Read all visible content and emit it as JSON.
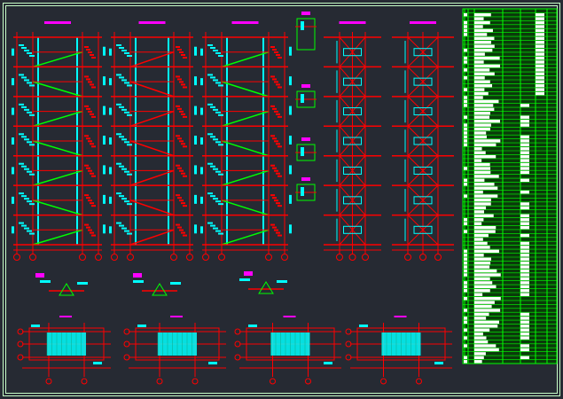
{
  "drawing": {
    "background": "#262a33",
    "colors": {
      "frame": "#c8ffc8",
      "structure": "#ff0000",
      "annotation": "#00ffff",
      "stair": "#00ff00",
      "title": "#ff00ff",
      "table_text": "#ffffff",
      "table_grid": "#00ff00"
    },
    "elevations": [
      {
        "id": "stair-elevation-1",
        "floors": 7,
        "style": "dense"
      },
      {
        "id": "stair-elevation-2",
        "floors": 7,
        "style": "open"
      },
      {
        "id": "stair-elevation-3",
        "floors": 7,
        "style": "dense"
      },
      {
        "id": "frame-elevation-1",
        "floors": 7,
        "style": "braced"
      },
      {
        "id": "frame-elevation-2",
        "floors": 7,
        "style": "braced"
      }
    ],
    "plans": [
      {
        "id": "stair-plan-1"
      },
      {
        "id": "stair-plan-2"
      },
      {
        "id": "stair-plan-3"
      },
      {
        "id": "stair-plan-4"
      }
    ],
    "schedule_table": {
      "rows": 90,
      "columns": 7
    }
  }
}
